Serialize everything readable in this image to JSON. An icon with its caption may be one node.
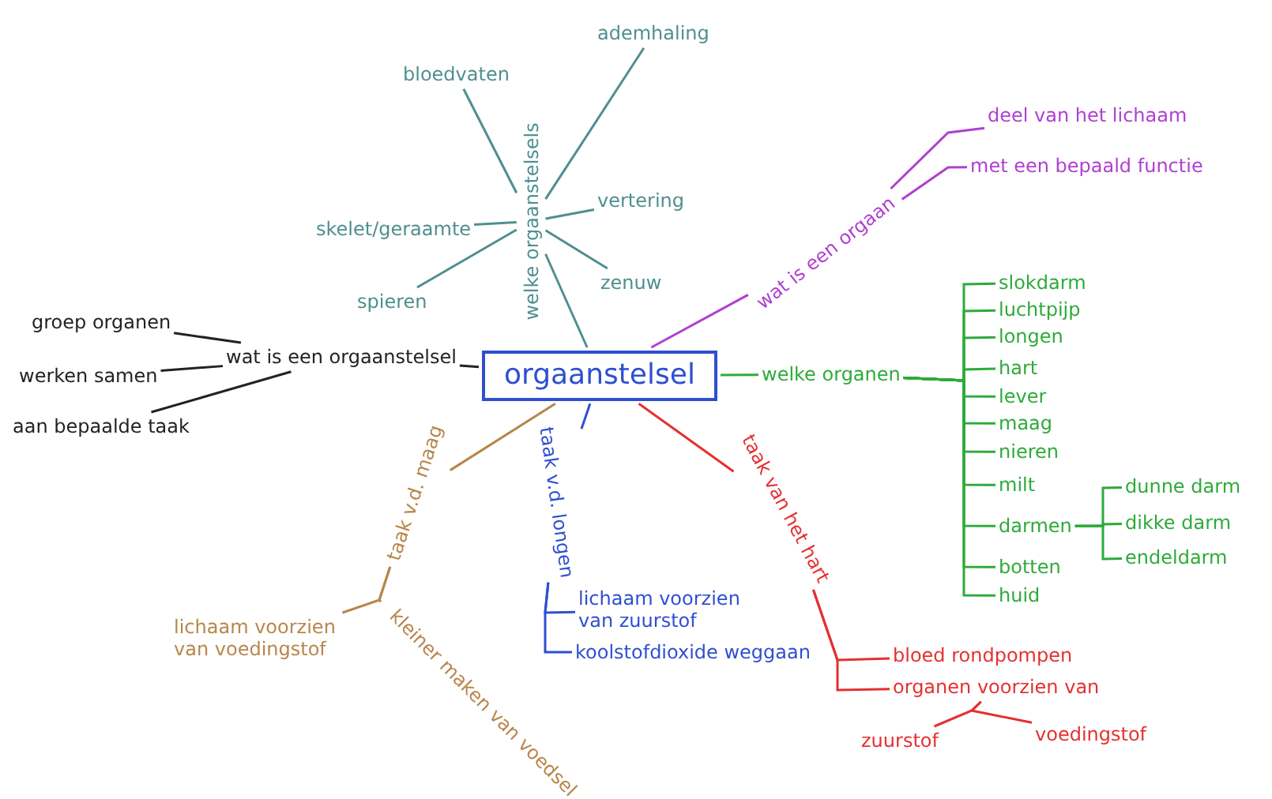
{
  "diagram": {
    "nodes": [
      {
        "text": [
          "orgaanstelsel"
        ]
      },
      {
        "text": [
          "welke orgaanstelsels"
        ]
      },
      {
        "text": [
          "bloedvaten"
        ]
      },
      {
        "text": [
          "ademhaling"
        ]
      },
      {
        "text": [
          "skelet/geraamte"
        ]
      },
      {
        "text": [
          "vertering"
        ]
      },
      {
        "text": [
          "spieren"
        ]
      },
      {
        "text": [
          "zenuw"
        ]
      },
      {
        "text": [
          "wat is een orgaanstelsel"
        ]
      },
      {
        "text": [
          "groep organen"
        ]
      },
      {
        "text": [
          "werken samen"
        ]
      },
      {
        "text": [
          "aan bepaalde taak"
        ]
      },
      {
        "text": [
          "wat is een orgaan"
        ]
      },
      {
        "text": [
          "deel van het lichaam"
        ]
      },
      {
        "text": [
          "met een bepaald functie"
        ]
      },
      {
        "text": [
          "welke organen"
        ]
      },
      {
        "text": [
          "slokdarm"
        ]
      },
      {
        "text": [
          "luchtpijp"
        ]
      },
      {
        "text": [
          "longen"
        ]
      },
      {
        "text": [
          "hart"
        ]
      },
      {
        "text": [
          "lever"
        ]
      },
      {
        "text": [
          "maag"
        ]
      },
      {
        "text": [
          "nieren"
        ]
      },
      {
        "text": [
          "milt"
        ]
      },
      {
        "text": [
          "darmen"
        ]
      },
      {
        "text": [
          "dunne darm"
        ]
      },
      {
        "text": [
          "dikke darm"
        ]
      },
      {
        "text": [
          "endeldarm"
        ]
      },
      {
        "text": [
          "botten"
        ]
      },
      {
        "text": [
          "huid"
        ]
      },
      {
        "text": [
          "taak van het hart"
        ]
      },
      {
        "text": [
          "bloed rondpompen"
        ]
      },
      {
        "text": [
          "organen voorzien van"
        ]
      },
      {
        "text": [
          "zuurstof"
        ]
      },
      {
        "text": [
          "voedingstof"
        ]
      },
      {
        "text": [
          "taak v.d. longen"
        ]
      },
      {
        "text": [
          "lichaam voorzien van zuurstof"
        ]
      },
      {
        "text": [
          "koolstofdioxide weggaan"
        ]
      },
      {
        "text": [
          "taak v.d. maag"
        ]
      },
      {
        "text": [
          "lichaam voorzien van voedingstof"
        ]
      },
      {
        "text": [
          "kleiner maken van voedsel"
        ]
      }
    ],
    "edges": [
      {
        "from": 0,
        "to": 1,
        "arrow": "none",
        "color": "#4f8f8f"
      },
      {
        "from": 1,
        "to": 2,
        "arrow": "none",
        "color": "#4f8f8f"
      },
      {
        "from": 1,
        "to": 3,
        "arrow": "none",
        "color": "#4f8f8f"
      },
      {
        "from": 1,
        "to": 4,
        "arrow": "none",
        "color": "#4f8f8f"
      },
      {
        "from": 1,
        "to": 5,
        "arrow": "none",
        "color": "#4f8f8f"
      },
      {
        "from": 1,
        "to": 6,
        "arrow": "none",
        "color": "#4f8f8f"
      },
      {
        "from": 1,
        "to": 7,
        "arrow": "none",
        "color": "#4f8f8f"
      },
      {
        "from": 0,
        "to": 8,
        "arrow": "none",
        "color": "#222222"
      },
      {
        "from": 8,
        "to": 9,
        "arrow": "none",
        "color": "#222222"
      },
      {
        "from": 8,
        "to": 10,
        "arrow": "none",
        "color": "#222222"
      },
      {
        "from": 8,
        "to": 11,
        "arrow": "none",
        "color": "#222222"
      },
      {
        "from": 0,
        "to": 12,
        "arrow": "none",
        "color": "#b03fd0"
      },
      {
        "from": 12,
        "to": 13,
        "arrow": "none",
        "color": "#b03fd0"
      },
      {
        "from": 12,
        "to": 14,
        "arrow": "none",
        "color": "#b03fd0"
      },
      {
        "from": 0,
        "to": 15,
        "arrow": "none"
      },
      {
        "from": 15,
        "to": 16,
        "arrow": "none"
      },
      {
        "from": 15,
        "to": 17,
        "arrow": "none"
      },
      {
        "from": 15,
        "to": 18,
        "arrow": "none"
      },
      {
        "from": 15,
        "to": 19,
        "arrow": "none"
      },
      {
        "from": 15,
        "to": 20,
        "arrow": "none"
      },
      {
        "from": 15,
        "to": 21,
        "arrow": "none"
      },
      {
        "from": 15,
        "to": 22,
        "arrow": "none"
      },
      {
        "from": 15,
        "to": 23,
        "arrow": "none"
      },
      {
        "from": 15,
        "to": 24,
        "arrow": "none"
      },
      {
        "from": 24,
        "to": 25,
        "arrow": "none"
      },
      {
        "from": 24,
        "to": 26,
        "arrow": "none"
      },
      {
        "from": 24,
        "to": 27,
        "arrow": "none"
      },
      {
        "from": 15,
        "to": 28,
        "arrow": "none"
      },
      {
        "from": 15,
        "to": 29,
        "arrow": "none"
      },
      {
        "from": 0,
        "to": 30,
        "arrow": "none",
        "color": "#e53030"
      },
      {
        "from": 30,
        "to": 31,
        "arrow": "none",
        "color": "#e53030"
      },
      {
        "from": 30,
        "to": 32,
        "arrow": "none",
        "color": "#e53030"
      },
      {
        "from": 32,
        "to": 33,
        "arrow": "none",
        "color": "#e53030"
      },
      {
        "from": 32,
        "to": 34,
        "arrow": "none",
        "color": "#e53030"
      },
      {
        "from": 0,
        "to": 35,
        "arrow": "none",
        "color": "#2f4fd0"
      },
      {
        "from": 35,
        "to": 36,
        "arrow": "none",
        "color": "#2f4fd0"
      },
      {
        "from": 35,
        "to": 37,
        "arrow": "none",
        "color": "#2f4fd0"
      },
      {
        "from": 0,
        "to": 38,
        "arrow": "none",
        "color": "#b8864a"
      },
      {
        "from": 38,
        "to": 39,
        "arrow": "none",
        "color": "#b8864a"
      },
      {
        "from": 38,
        "to": 40,
        "arrow": "none",
        "color": "#b8864a"
      }
    ]
  }
}
